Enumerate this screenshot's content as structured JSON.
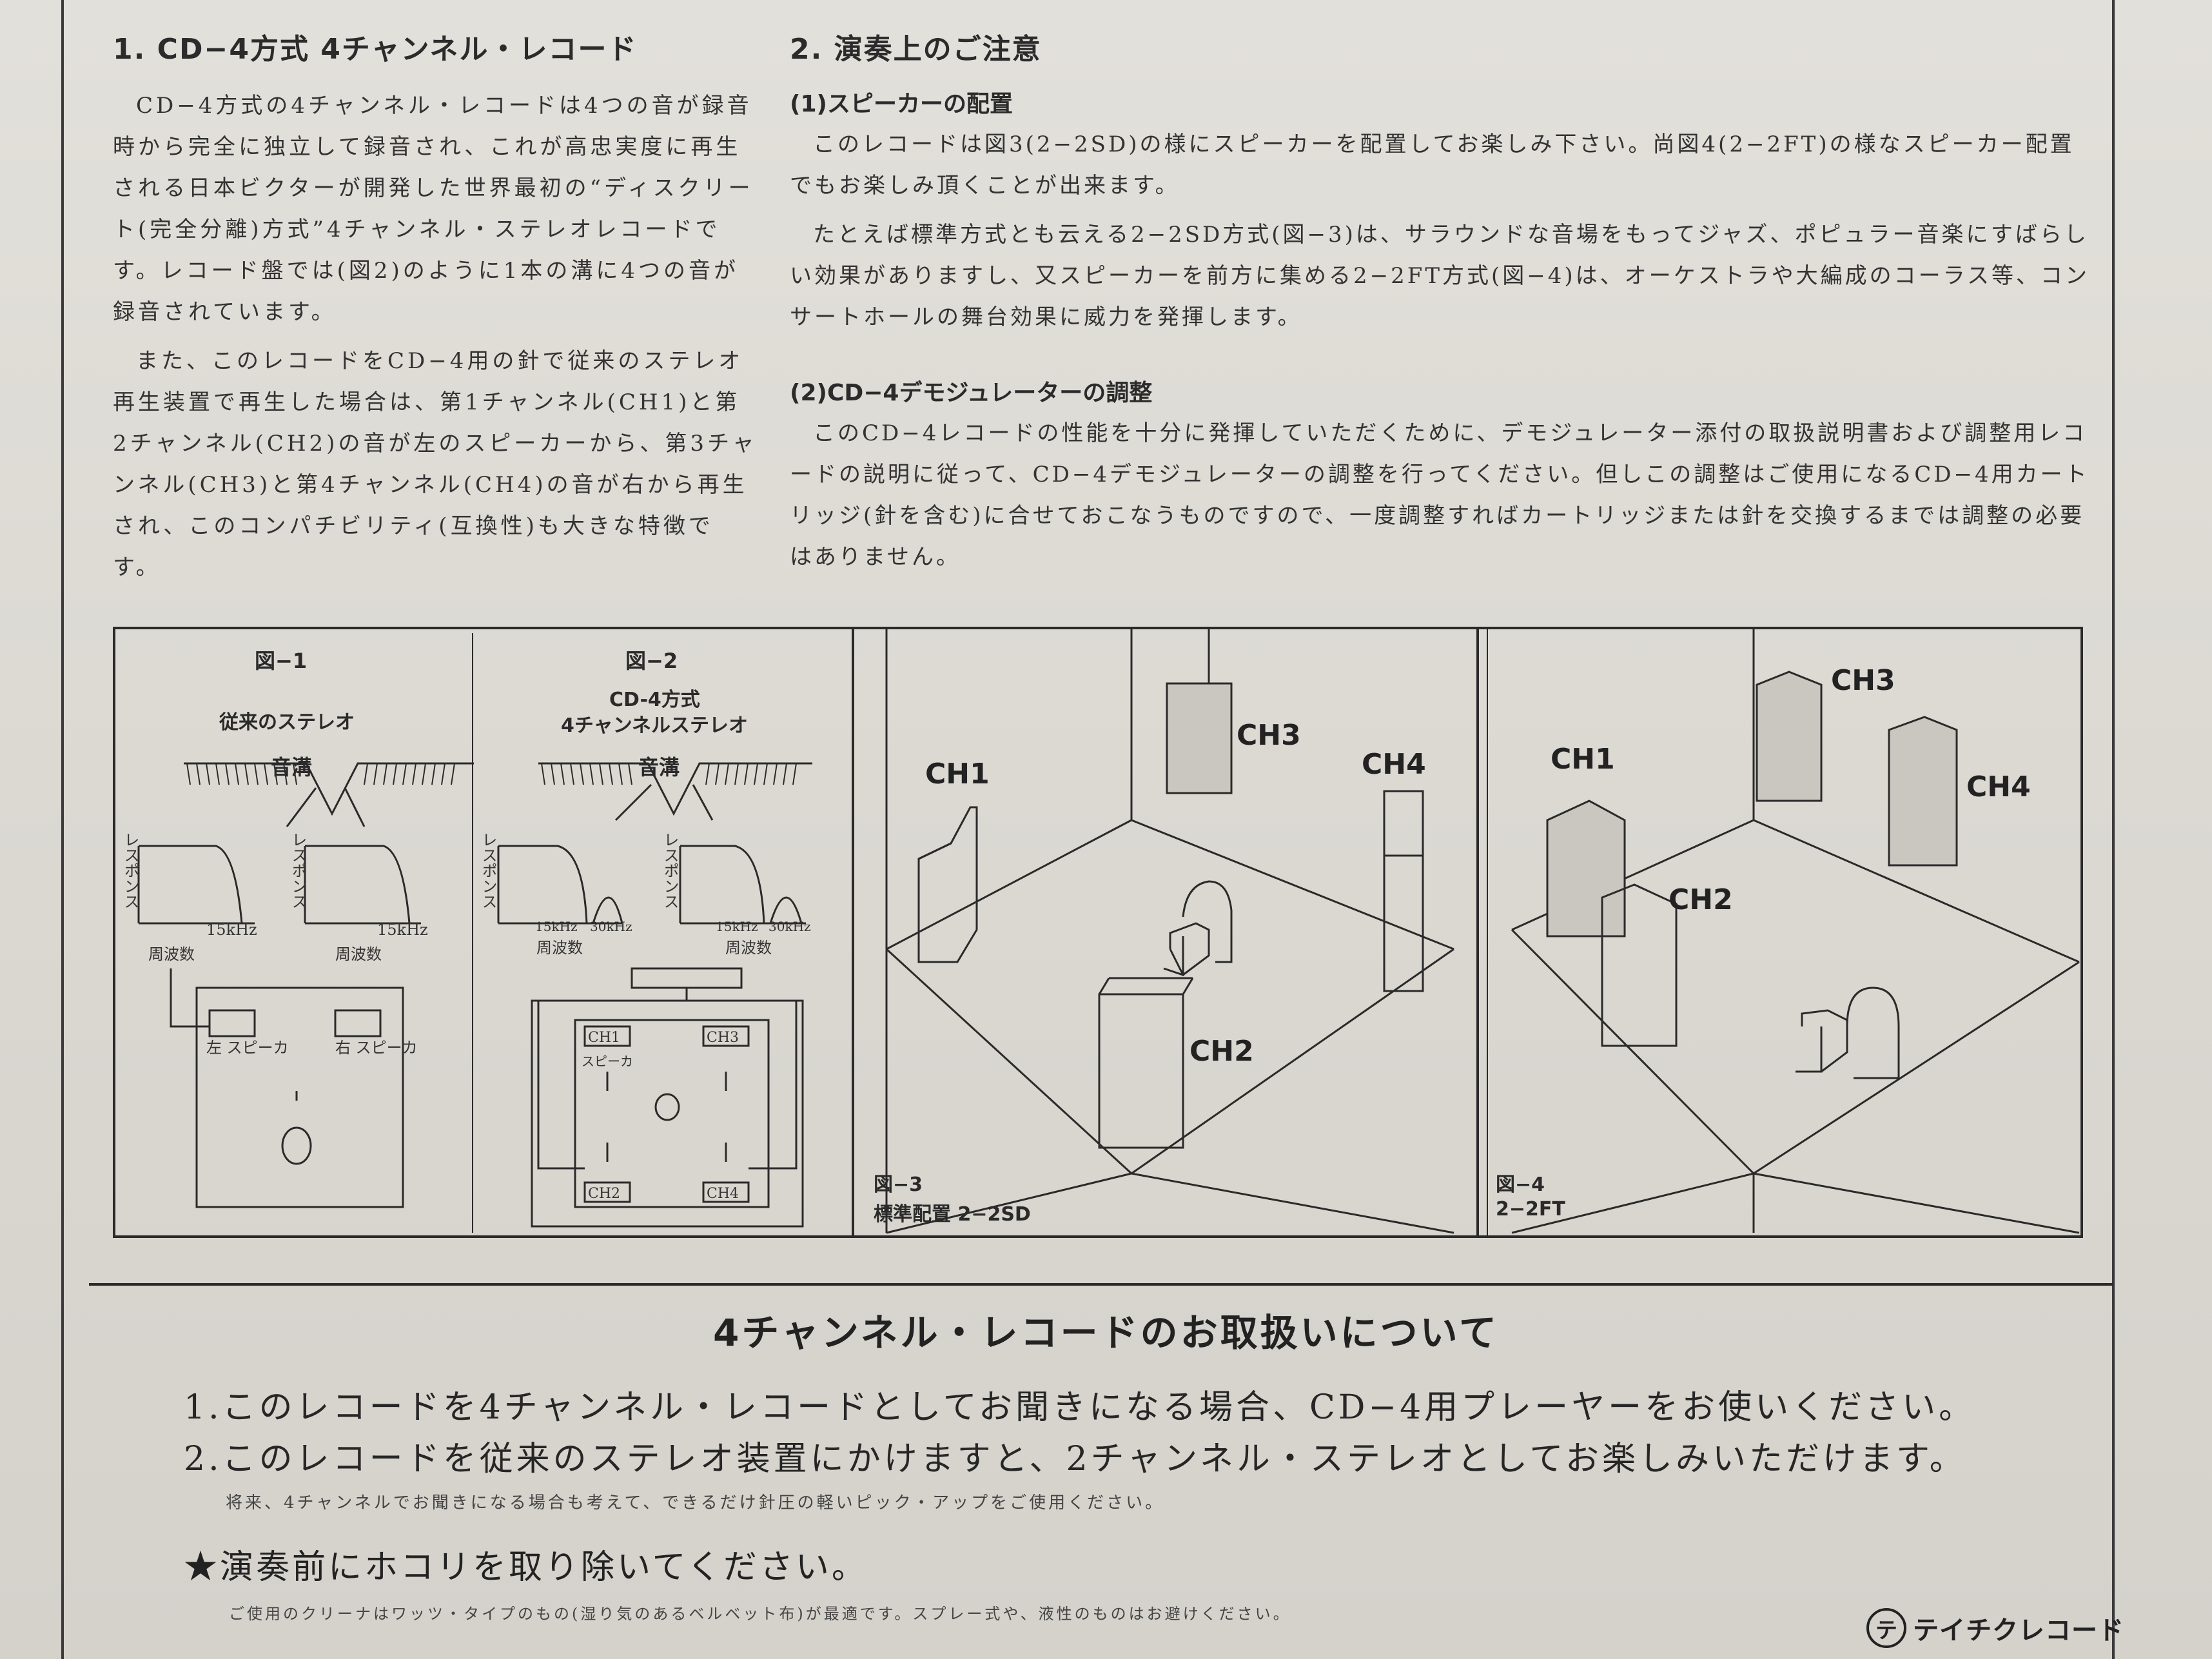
{
  "section1": {
    "heading": "1. CD−4方式 4チャンネル・レコード",
    "paragraphs": [
      "CD−4方式の4チャンネル・レコードは4つの音が録音時から完全に独立して録音され、これが高忠実度に再生される日本ビクターが開発した世界最初の“ディスクリート(完全分離)方式”4チャンネル・ステレオレコードです。レコード盤では(図2)のように1本の溝に4つの音が録音されています。",
      "また、このレコードをCD−4用の針で従来のステレオ再生装置で再生した場合は、第1チャンネル(CH1)と第2チャンネル(CH2)の音が左のスピーカーから、第3チャンネル(CH3)と第4チャンネル(CH4)の音が右から再生され、このコンパチビリティ(互換性)も大きな特徴です。"
    ]
  },
  "section2": {
    "heading": "2. 演奏上のご注意",
    "sub1": {
      "title": "(1)スピーカーの配置",
      "paragraphs": [
        "このレコードは図3(2−2SD)の様にスピーカーを配置してお楽しみ下さい。尚図4(2−2FT)の様なスピーカー配置でもお楽しみ頂くことが出来ます。",
        "たとえば標準方式とも云える2−2SD方式(図−3)は、サラウンドな音場をもってジャズ、ポピュラー音楽にすばらしい効果がありますし、又スピーカーを前方に集める2−2FT方式(図−4)は、オーケストラや大編成のコーラス等、コンサートホールの舞台効果に威力を発揮します。"
      ]
    },
    "sub2": {
      "title": "(2)CD−4デモジュレーターの調整",
      "paragraphs": [
        "このCD−4レコードの性能を十分に発揮していただくために、デモジュレーター添付の取扱説明書および調整用レコードの説明に従って、CD−4デモジュレーターの調整を行ってください。但しこの調整はご使用になるCD−4用カートリッジ(針を含む)に合せておこなうものですので、一度調整すればカートリッジまたは針を交換するまでは調整の必要はありません。"
      ]
    }
  },
  "figures": {
    "fig1": {
      "number": "図−1",
      "title": "従来のステレオ",
      "groove": "音溝",
      "response": "レスポンス",
      "freq_tick": "15kHz",
      "freq_axis": "周波数",
      "left_speaker": "左 スピーカ",
      "right_speaker": "右 スピーカ"
    },
    "fig2": {
      "number": "図−2",
      "title_line1": "CD-4方式",
      "title_line2": "4チャンネルステレオ",
      "groove": "音溝",
      "response": "レスポンス",
      "freq_tick1": "15kHz",
      "freq_tick2": "30kHz",
      "freq_axis": "周波数",
      "speaker": "スピーカ",
      "ch1": "CH1",
      "ch2": "CH2",
      "ch3": "CH3",
      "ch4": "CH4"
    },
    "fig3": {
      "caption_number": "図−3",
      "caption_text": "標準配置 2−2SD",
      "ch1": "CH1",
      "ch2": "CH2",
      "ch3": "CH3",
      "ch4": "CH4"
    },
    "fig4": {
      "caption_number": "図−4",
      "caption_text": "2−2FT",
      "ch1": "CH1",
      "ch2": "CH2",
      "ch3": "CH3",
      "ch4": "CH4"
    }
  },
  "handling": {
    "title": "4チャンネル・レコードのお取扱いについて",
    "item1": "1.このレコードを4チャンネル・レコードとしてお聞きになる場合、CD−4用プレーヤーをお使いください。",
    "item2": "2.このレコードを従来のステレオ装置にかけますと、2チャンネル・ステレオとしてお楽しみいただけます。",
    "note1": "将来、4チャンネルでお聞きになる場合も考えて、できるだけ針圧の軽いピック・アップをご使用ください。",
    "star": "★演奏前にホコリを取り除いてください。",
    "note2": "ご使用のクリーナはワッツ・タイプのもの(湿り気のあるベルベット布)が最適です。スプレー式や、液性のものはお避けください。"
  },
  "brand": {
    "mark": "テ",
    "name": "テイチクレコード"
  }
}
